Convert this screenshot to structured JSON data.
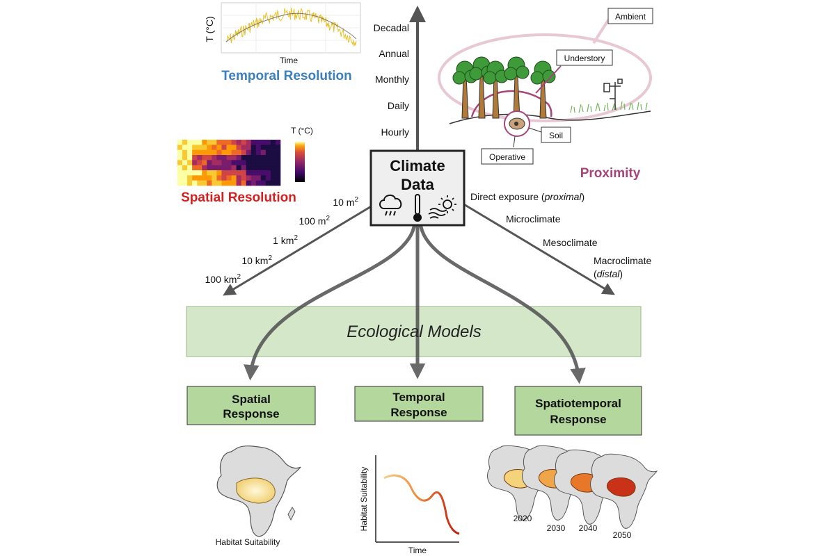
{
  "colors": {
    "arrow": "#555555",
    "model_box": "#d4e8c9",
    "response_box": "#b3d79c",
    "temporal_title": "#3a7fc0",
    "spatial_title": "#d4201f",
    "proximity_title": "#a5457b",
    "ring": "#e8c8d2",
    "ring_inner": "#a5457b"
  },
  "center": {
    "title_line1": "Climate",
    "title_line2": "Data",
    "icons": [
      "rain-cloud-icon",
      "thermometer-icon",
      "sun-wind-icon"
    ]
  },
  "temporal": {
    "title": "Temporal Resolution",
    "inset_ylabel": "T (°C)",
    "inset_xlabel": "Time",
    "ticks": [
      "Decadal",
      "Annual",
      "Monthly",
      "Daily",
      "Hourly"
    ]
  },
  "spatial": {
    "title": "Spatial Resolution",
    "colorbar_label": "T (°C)",
    "ticks": [
      {
        "base": "10 m",
        "sup": "2"
      },
      {
        "base": "100 m",
        "sup": "2"
      },
      {
        "base": "1 km",
        "sup": "2"
      },
      {
        "base": "10 km",
        "sup": "2"
      },
      {
        "base": "100 km",
        "sup": "2"
      }
    ]
  },
  "proximity": {
    "title": "Proximity",
    "callouts": [
      "Ambient",
      "Understory",
      "Soil",
      "Operative"
    ],
    "ticks": {
      "direct_prefix": "Direct exposure (",
      "direct_em": "proximal",
      "direct_suffix": ")",
      "micro": "Microclimate",
      "meso": "Mesoclimate",
      "macro": "Macroclimate",
      "macro_open": "(",
      "macro_em": "distal",
      "macro_close": ")"
    }
  },
  "models": {
    "label": "Ecological Models"
  },
  "responses": {
    "spatial_line1": "Spatial",
    "spatial_line2": "Response",
    "temporal_line1": "Temporal",
    "temporal_line2": "Response",
    "spatiotemporal_line1": "Spatiotemporal",
    "spatiotemporal_line2": "Response"
  },
  "outputs": {
    "spatial_caption": "Habitat Suitability",
    "temporal_ylabel": "Habitat Suitability",
    "temporal_xlabel": "Time",
    "years": [
      "2020",
      "2030",
      "2040",
      "2050"
    ]
  }
}
